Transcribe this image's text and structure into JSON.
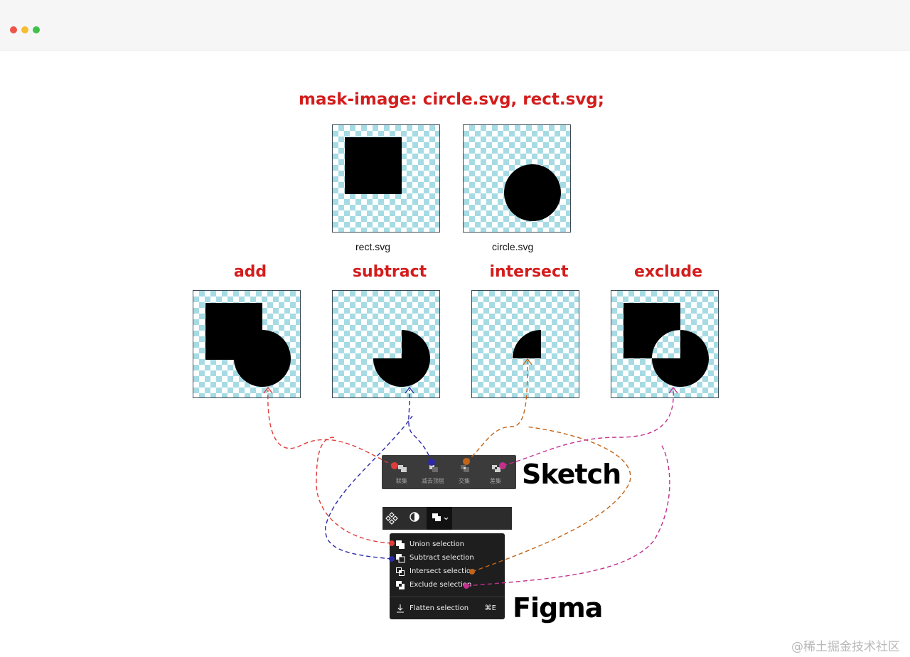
{
  "window": {
    "controls": [
      "close",
      "minimize",
      "maximize"
    ]
  },
  "diagram": {
    "title": "mask-image: circle.svg, rect.svg;",
    "sources": [
      {
        "id": "rect",
        "caption": "rect.svg"
      },
      {
        "id": "circle",
        "caption": "circle.svg"
      }
    ],
    "composites": [
      {
        "id": "add",
        "label": "add"
      },
      {
        "id": "subtract",
        "label": "subtract"
      },
      {
        "id": "intersect",
        "label": "intersect"
      },
      {
        "id": "exclude",
        "label": "exclude"
      }
    ],
    "checker_colors": [
      "#ffffff",
      "#a6dbe4"
    ],
    "heading_color": "#d41c1c",
    "connector_colors": {
      "add": "#e03b3b",
      "subtract": "#2a2aa8",
      "intersect": "#c2651a",
      "exclude": "#c2308e"
    }
  },
  "sketch": {
    "name": "Sketch",
    "buttons": [
      {
        "id": "union",
        "label": "联集",
        "icon": "union-icon"
      },
      {
        "id": "subtract",
        "label": "减去顶层",
        "icon": "subtract-icon"
      },
      {
        "id": "intersect",
        "label": "交集",
        "icon": "intersect-icon"
      },
      {
        "id": "difference",
        "label": "差集",
        "icon": "difference-icon"
      }
    ]
  },
  "figma": {
    "name": "Figma",
    "toolbar": [
      {
        "id": "component",
        "icon": "component-icon"
      },
      {
        "id": "mask",
        "icon": "mask-icon"
      },
      {
        "id": "boolean",
        "icon": "boolean-icon",
        "caret": "chevron-down-icon"
      }
    ],
    "menu": [
      {
        "id": "union",
        "label": "Union selection",
        "icon": "union-selection-icon"
      },
      {
        "id": "subtract",
        "label": "Subtract selection",
        "icon": "subtract-selection-icon"
      },
      {
        "id": "intersect",
        "label": "Intersect selection",
        "icon": "intersect-selection-icon"
      },
      {
        "id": "exclude",
        "label": "Exclude selection",
        "icon": "exclude-selection-icon"
      }
    ],
    "flatten": {
      "label": "Flatten selection",
      "shortcut": "⌘E",
      "icon": "flatten-icon"
    }
  },
  "watermark": "@稀土掘金技术社区"
}
